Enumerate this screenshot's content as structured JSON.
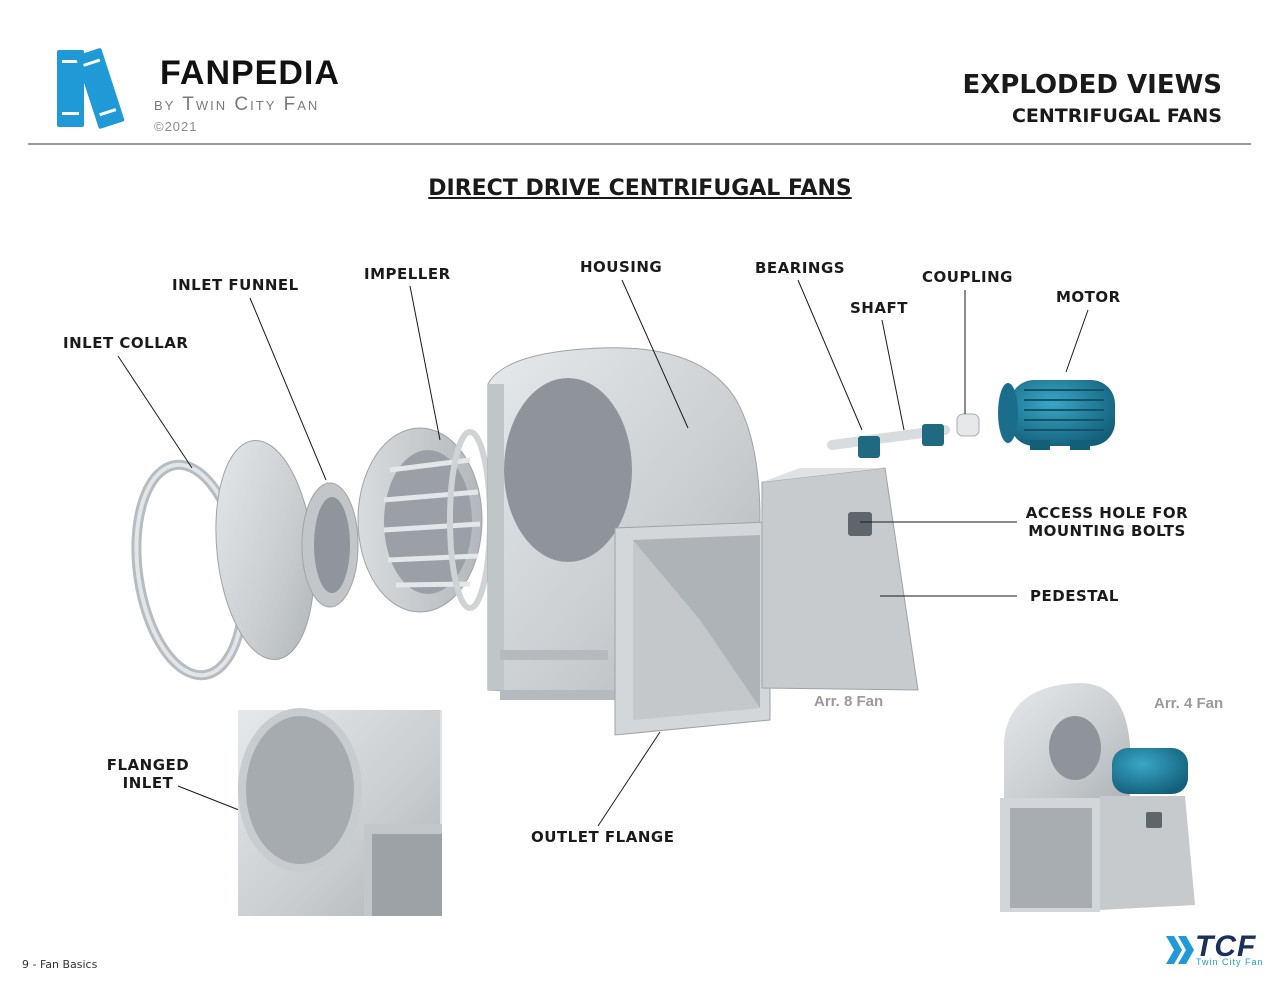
{
  "header": {
    "brand_name": "FANPEDIA",
    "brand_byline": "by Twin City Fan",
    "brand_year": "©2021",
    "title": "EXPLODED VIEWS",
    "subtitle": "CENTRIFUGAL FANS"
  },
  "diagram": {
    "title": "DIRECT DRIVE CENTRIFUGAL FANS",
    "labels": {
      "inlet_collar": "INLET COLLAR",
      "inlet_funnel": "INLET FUNNEL",
      "impeller": "IMPELLER",
      "housing": "HOUSING",
      "bearings": "BEARINGS",
      "shaft": "SHAFT",
      "coupling": "COUPLING",
      "motor": "MOTOR",
      "access_hole_line1": "ACCESS HOLE FOR",
      "access_hole_line2": "MOUNTING BOLTS",
      "pedestal": "PEDESTAL",
      "flanged_line1": "FLANGED",
      "flanged_line2": "INLET",
      "outlet_flange": "OUTLET FLANGE"
    },
    "arrangements": {
      "arr8": "Arr. 8 Fan",
      "arr4": "Arr. 4 Fan"
    },
    "colors": {
      "metal": "#cfd3d6",
      "metal_dark": "#a9aeb2",
      "motor": "#1f7fa0",
      "brand_blue": "#1f9ad6"
    }
  },
  "footer": {
    "page": "9 - Fan Basics",
    "logo_name": "TCF",
    "logo_sub": "Twin City Fan"
  }
}
